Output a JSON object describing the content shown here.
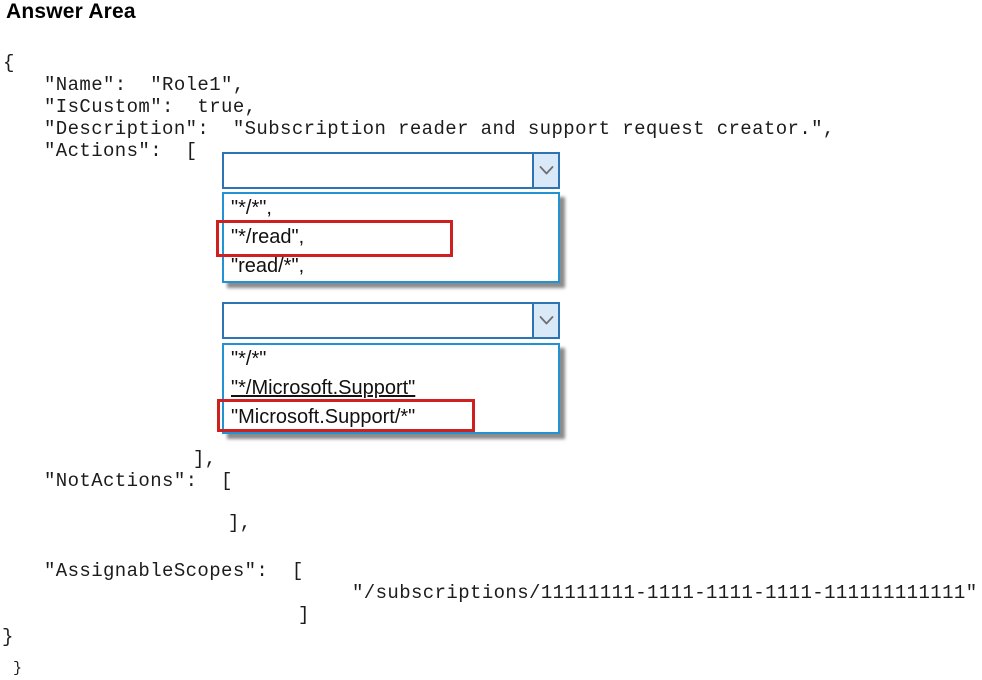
{
  "title": "Answer Area",
  "code": {
    "brace_open": "{",
    "name": "\"Name\":  \"Role1\",",
    "is_custom": "\"IsCustom\":  true,",
    "description": "\"Description\":  \"Subscription reader and support request creator.\",",
    "actions_open": "\"Actions\":  [",
    "actions_close": "],",
    "not_actions_open": "\"NotActions\":  [",
    "not_actions_close": "],",
    "assignable_scopes_open": "\"AssignableScopes\":  [",
    "subscription_scope": "\"/subscriptions/11111111-1111-1111-1111-111111111111\"",
    "assignable_scopes_close": "]",
    "brace_close": "}",
    "brace_close_artifact": "}"
  },
  "dropdowns": [
    {
      "value": "",
      "options": [
        "\"*/*\",",
        "\"*/read\",",
        "\"read/*\","
      ],
      "highlighted_index": 1,
      "highlighted_option": "\"*/read\","
    },
    {
      "value": "",
      "options": [
        "\"*/*\"",
        "\"*/Microsoft.Support\"",
        "\"Microsoft.Support/*\""
      ],
      "highlighted_index": 2,
      "highlighted_option": "\"Microsoft.Support/*\""
    }
  ],
  "colors": {
    "combo_border": "#2e74b5",
    "list_border": "#2292d4",
    "combo_button_fill": "#d9e9f8",
    "highlight_red": "#cf2020",
    "code_text": "#1c1c1c"
  }
}
